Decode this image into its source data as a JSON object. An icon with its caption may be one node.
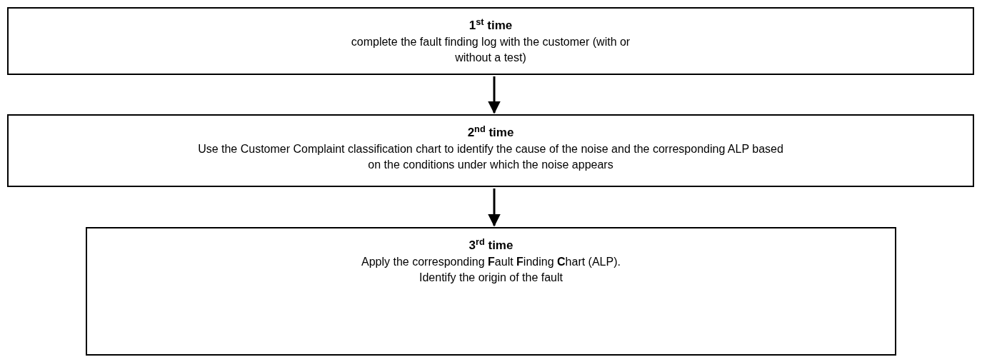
{
  "diagram": {
    "nodes": [
      {
        "text": [
          "1$^{st}$ time",
          "complete the fault finding log with the customer (with or without a test)"
        ]
      },
      {
        "text": [
          "2$^{nd}$ time",
          "Use the Customer Complaint classification chart to identify the cause of the noise and the corresponding ALP based on the conditions under which the noise appears"
        ]
      },
      {
        "text": [
          "3$^{rd}$ time",
          "Apply the corresponding **F**ault **F**inding **C**hart (ALP).",
          "Identify the origin of the fault"
        ]
      }
    ],
    "edges": [
      {
        "from": 0,
        "to": 1,
        "arrow": "to"
      },
      {
        "from": 1,
        "to": 2,
        "arrow": "to"
      }
    ]
  }
}
